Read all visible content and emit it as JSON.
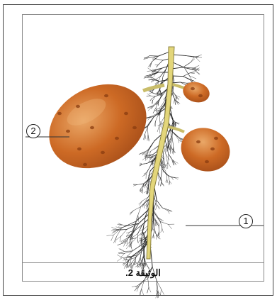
{
  "caption": "الوثيقة 2.",
  "labels": {
    "one": "1",
    "two": "2"
  },
  "colors": {
    "tuber_fill": "#c8631f",
    "tuber_highlight": "#e39a52",
    "tuber_eye": "#8a3c10",
    "stem": "#e3d67a",
    "roots": "#2a2a2a",
    "frame": "#444444"
  }
}
